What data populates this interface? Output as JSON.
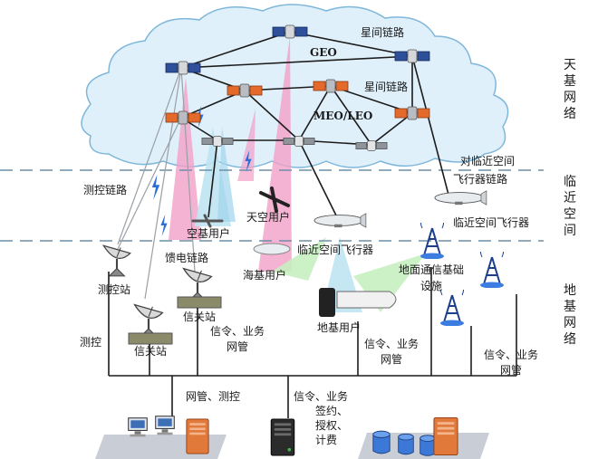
{
  "layers": {
    "space": "天基网络",
    "near_space": "临近空间",
    "ground": "地基网络"
  },
  "labels": {
    "geo": "GEO",
    "isl_top": "星间链路",
    "isl_mid": "星间链路",
    "meo_leo": "MEO/LEO",
    "near_link_1": "对临近空间",
    "near_link_2": "飞行器链路",
    "ttc_link": "测控链路",
    "airborne_user": "空基用户",
    "space_user": "天空用户",
    "near_aircraft_right": "临近空间飞行器",
    "feeder_link": "馈电链路",
    "near_aircraft_mid": "临近空间飞行器",
    "sea_user": "海基用户",
    "ground_infra_1": "地面通信基础",
    "ground_infra_2": "设施",
    "ttc_station": "测控站",
    "gateway_1": "信关站",
    "gateway_2": "信关站",
    "ground_user": "地基用户",
    "ttc": "测控",
    "sig_biz_1a": "信令、业务",
    "sig_biz_1b": "网管",
    "sig_biz_2a": "信令、业务",
    "sig_biz_2b": "网管",
    "sig_biz_3a": "信令、业务",
    "sig_biz_3b": "网管",
    "nm_ttc": "网管、测控",
    "sig_biz_bottom": "信令、业务",
    "sign_1": "签约、",
    "sign_2": "授权、",
    "sign_3": "计费"
  },
  "colors": {
    "cloud": "#dff0fb",
    "cloud_edge": "#7fb7da",
    "beam_pink": "#f2a0c8",
    "beam_blue": "#bfe3f2",
    "beam_green": "#c8f0c0",
    "link_dark": "#1c1c1c",
    "dash": "#6f8fa6",
    "bolt_blue": "#2c6fd6"
  },
  "icons": {
    "satellite": "satellite-icon",
    "dish": "satellite-dish-icon",
    "tower": "radio-tower-icon",
    "airship": "airship-icon",
    "train": "train-icon",
    "server": "server-icon",
    "computer": "computer-icon",
    "database": "database-icon"
  }
}
